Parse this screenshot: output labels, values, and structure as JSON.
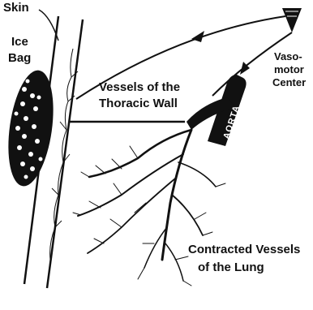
{
  "labels": {
    "skin": "Skin",
    "ice_bag_1": "Ice",
    "ice_bag_2": "Bag",
    "vessels_thoracic_1": "Vessels of the",
    "vessels_thoracic_2": "Thoracic Wall",
    "vasomotor_1": "Vaso-",
    "vasomotor_2": "motor",
    "vasomotor_3": "Center",
    "aorta": "AORTA",
    "contracted_1": "Contracted Vessels",
    "contracted_2": "of the Lung"
  },
  "colors": {
    "ink": "#111111",
    "background": "#ffffff"
  }
}
